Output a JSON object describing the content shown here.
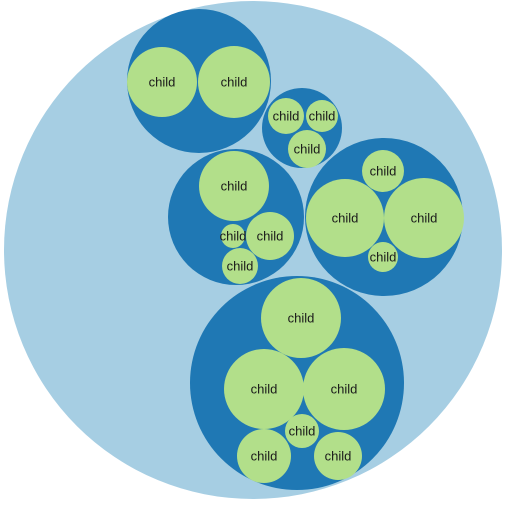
{
  "colors": {
    "root_fill": "#a6cee3",
    "group_fill": "#1f78b4",
    "leaf_fill": "#b2df8a",
    "label_color": "#1a1a1a"
  },
  "hierarchy": {
    "groups": [
      {
        "children": [
          {
            "label": "child"
          },
          {
            "label": "child"
          }
        ]
      },
      {
        "children": [
          {
            "label": "child"
          },
          {
            "label": "child"
          },
          {
            "label": "child"
          }
        ]
      },
      {
        "children": [
          {
            "label": "child"
          },
          {
            "label": "child"
          },
          {
            "label": "child"
          },
          {
            "label": "child"
          }
        ]
      },
      {
        "children": [
          {
            "label": "child"
          },
          {
            "label": "child"
          },
          {
            "label": "child"
          },
          {
            "label": "child"
          }
        ]
      },
      {
        "children": [
          {
            "label": "child"
          },
          {
            "label": "child"
          },
          {
            "label": "child"
          },
          {
            "label": "child"
          },
          {
            "label": "child"
          },
          {
            "label": "child"
          }
        ]
      }
    ]
  }
}
